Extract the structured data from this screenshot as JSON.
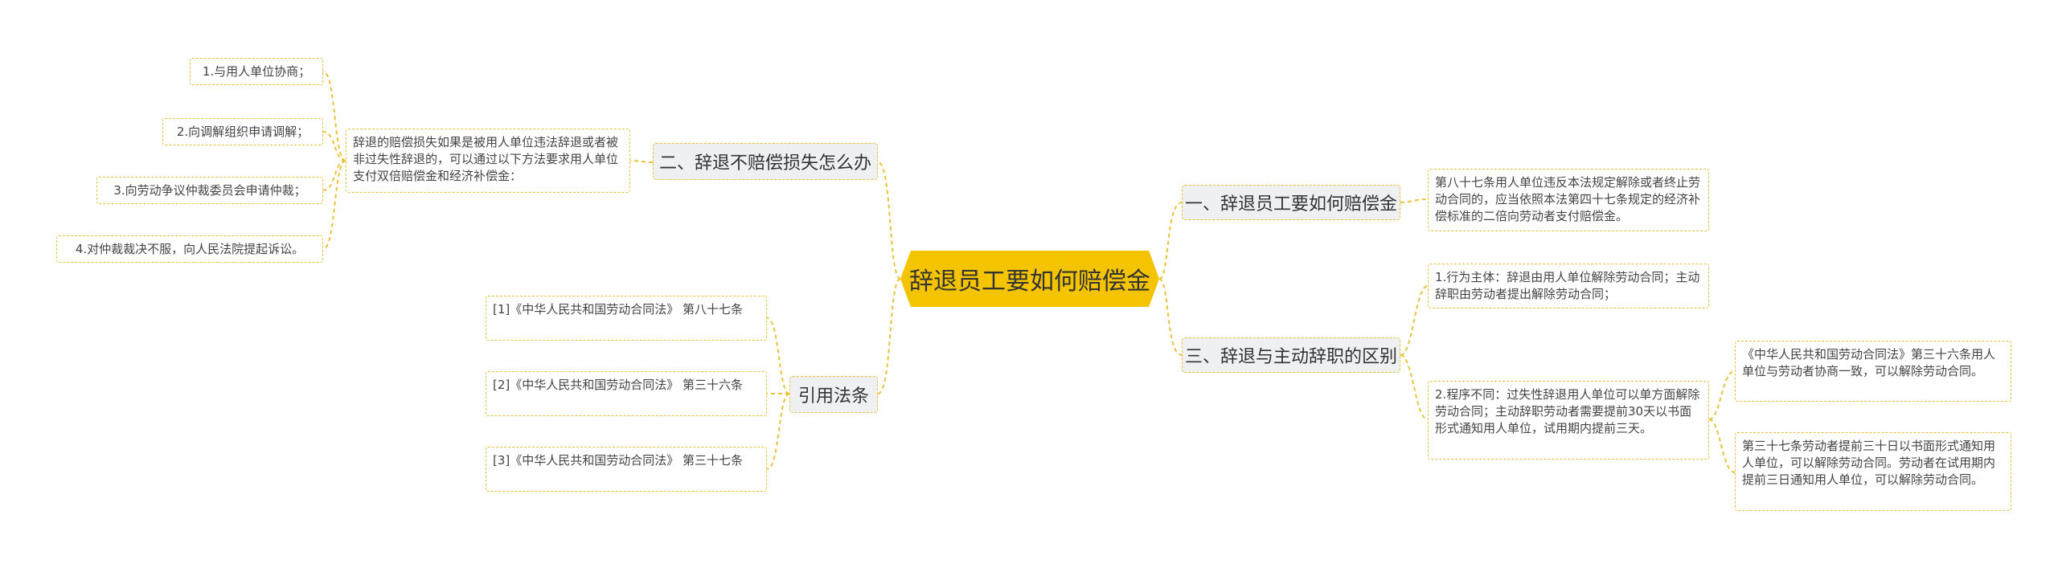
{
  "root": {
    "label": "辞退员工要如何赔偿金"
  },
  "branches": {
    "b1": {
      "label": "一、辞退员工要如何赔偿金"
    },
    "b2": {
      "label": "二、辞退不赔偿损失怎么办"
    },
    "b3": {
      "label": "三、辞退与主动辞职的区别"
    },
    "b4": {
      "label": "引用法条"
    }
  },
  "leaves": {
    "b1_desc": "第八十七条用人单位违反本法规定解除或者终止劳动合同的，应当依照本法第四十七条规定的经济补偿标准的二倍向劳动者支付赔偿金。",
    "b2_desc": "辞退的赔偿损失如果是被用人单位违法辞退或者被非过失性辞退的，可以通过以下方法要求用人单位支付双倍赔偿金和经济补偿金：",
    "b2_opt1": "1.与用人单位协商；",
    "b2_opt2": "2.向调解组织申请调解；",
    "b2_opt3": "3.向劳动争议仲裁委员会申请仲裁；",
    "b2_opt4": "4.对仲裁裁决不服，向人民法院提起诉讼。",
    "b3_a": "1.行为主体：辞退由用人单位解除劳动合同；主动辞职由劳动者提出解除劳动合同；",
    "b3_b": "2.程序不同：过失性辞退用人单位可以单方面解除劳动合同；主动辞职劳动者需要提前30天以书面形式通知用人单位，试用期内提前三天。",
    "b3_b1": "《中华人民共和国劳动合同法》第三十六条用人单位与劳动者协商一致，可以解除劳动合同。",
    "b3_b2": "第三十七条劳动者提前三十日以书面形式通知用人单位，可以解除劳动合同。劳动者在试用期内提前三日通知用人单位，可以解除劳动合同。",
    "ref1": "[1]《中华人民共和国劳动合同法》 第八十七条",
    "ref2": "[2]《中华人民共和国劳动合同法》 第三十六条",
    "ref3": "[3]《中华人民共和国劳动合同法》 第三十七条"
  },
  "colors": {
    "root_fill": "#f5c400",
    "connector": "#e8c33a",
    "branch_fill": "#eef0f2"
  }
}
